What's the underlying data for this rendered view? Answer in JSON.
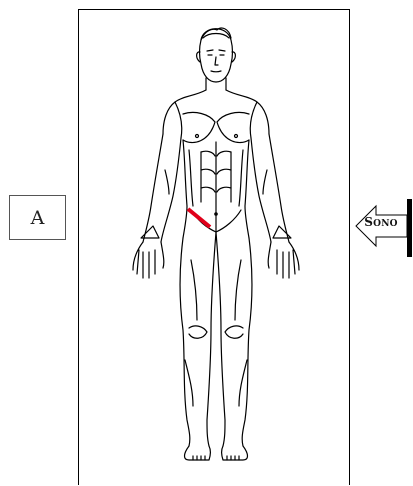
{
  "view_label": "A",
  "probe": {
    "label": "Sono"
  },
  "marker": {
    "color": "#e0001a"
  },
  "icons": {
    "body": "human-body-outline",
    "probe": "left-arrow-probe"
  }
}
